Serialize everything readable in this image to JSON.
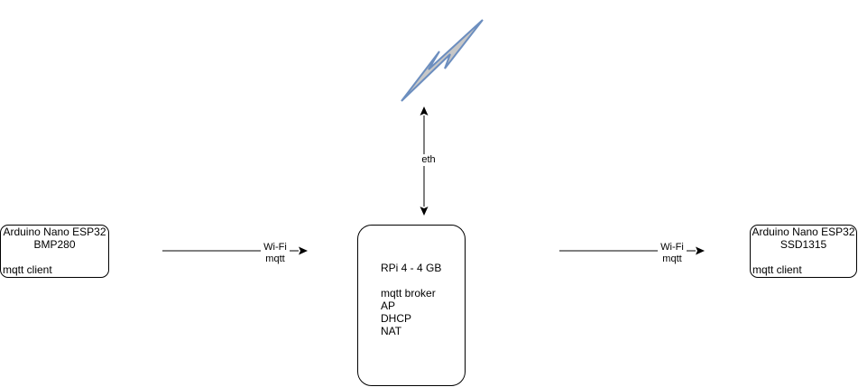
{
  "nodes": {
    "left": {
      "line1": "Arduino Nano ESP32",
      "line2": "BMP280",
      "role": "mqtt client"
    },
    "right": {
      "line1": "Arduino Nano ESP32",
      "line2": "SSD1315",
      "role": "mqtt client"
    },
    "center": {
      "title": "RPi 4 - 4 GB",
      "services": [
        "mqtt broker",
        "AP",
        "DHCP",
        "NAT"
      ]
    }
  },
  "edges": {
    "left": {
      "label1": "Wi-Fi",
      "label2": "mqtt"
    },
    "right": {
      "label1": "Wi-Fi",
      "label2": "mqtt"
    },
    "uplink": {
      "label": "eth"
    }
  },
  "icons": {
    "internet": "lightning-bolt-icon"
  },
  "colors": {
    "bolt_fill": "#c7c7c7",
    "bolt_stroke": "#6c8ebf"
  }
}
